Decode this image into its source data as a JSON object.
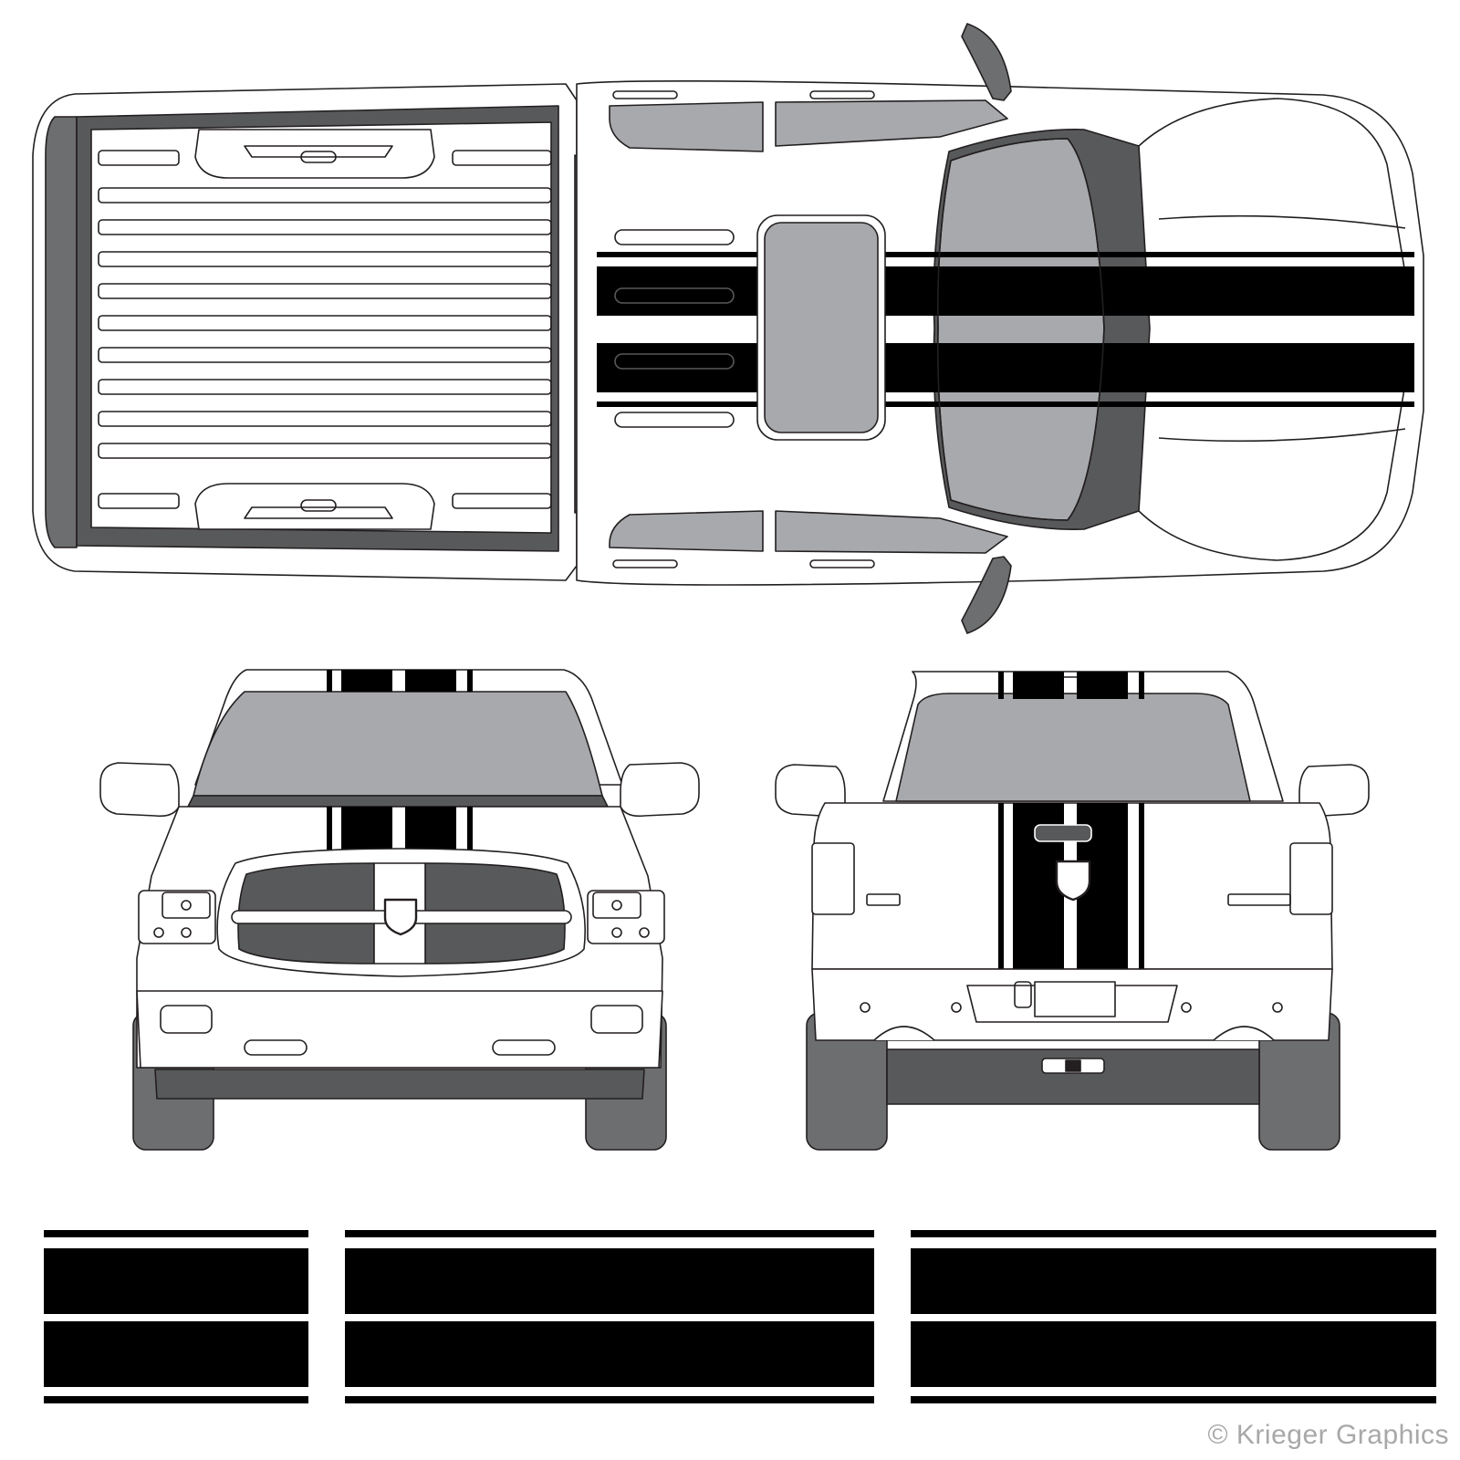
{
  "watermark": {
    "text": "© Krieger Graphics"
  },
  "colors": {
    "stripe": "#000000",
    "glass": "#a7a9ac",
    "tire": "#6d6e70",
    "trim": "#58595b",
    "body": "#ffffff",
    "outline": "#231f20"
  },
  "views": [
    {
      "id": "top-view"
    },
    {
      "id": "front-view"
    },
    {
      "id": "rear-view"
    }
  ],
  "stripe_sets": [
    {
      "id": "stripe-set-short"
    },
    {
      "id": "stripe-set-long"
    },
    {
      "id": "stripe-set-medium"
    }
  ]
}
